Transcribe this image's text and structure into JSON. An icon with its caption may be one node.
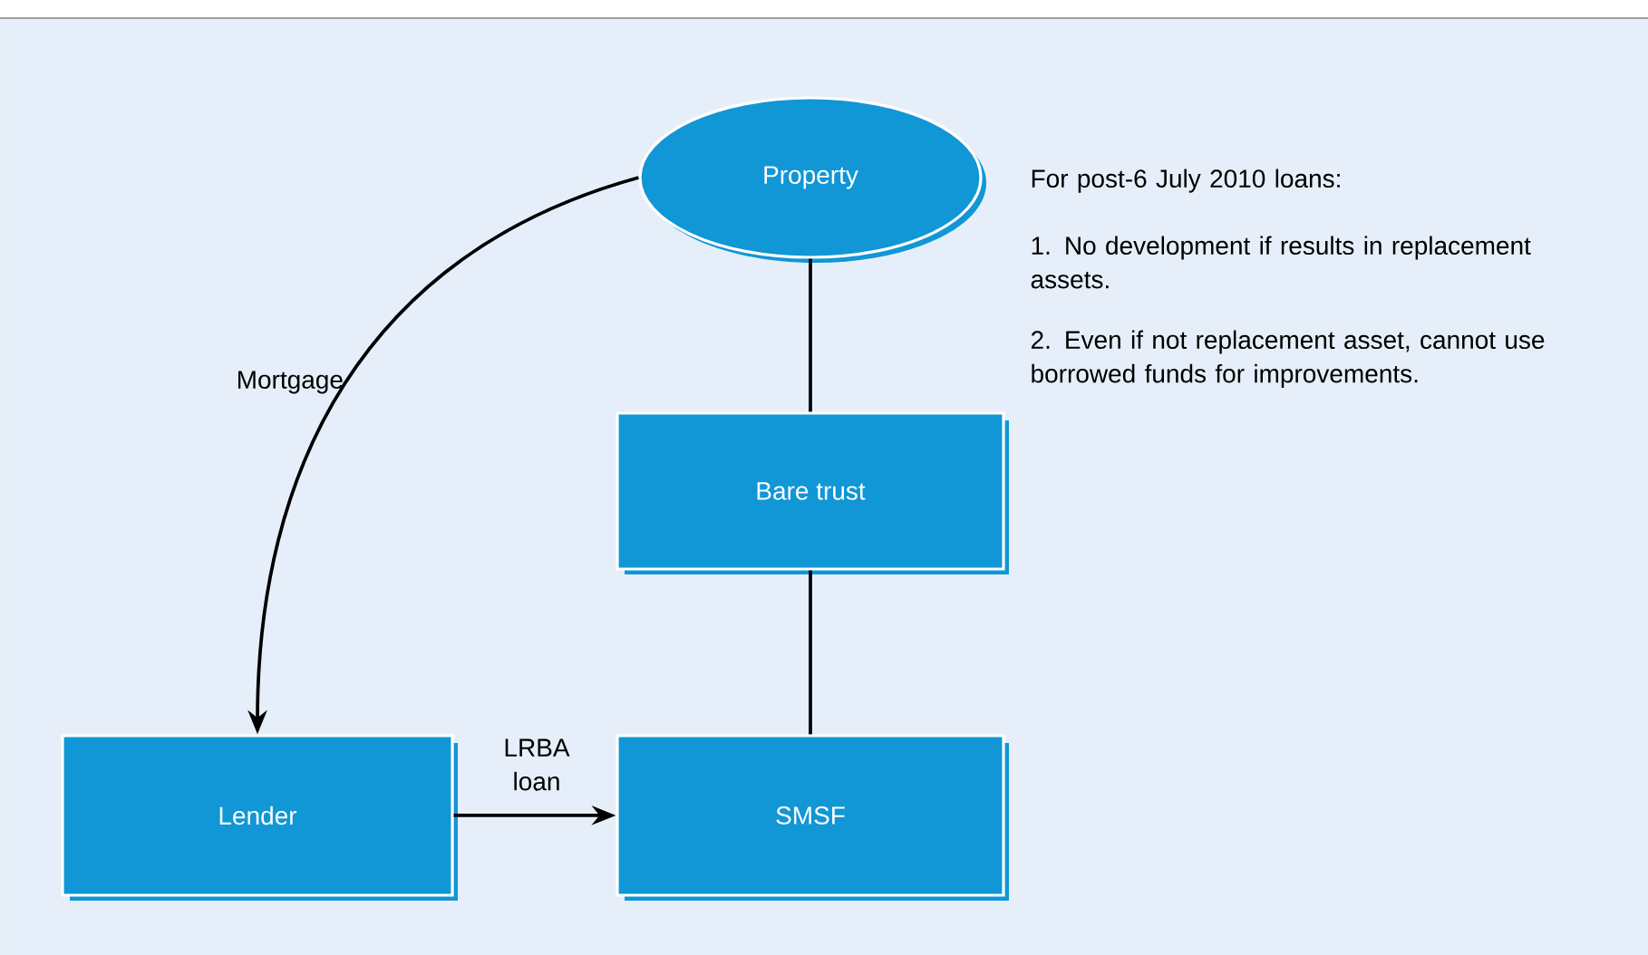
{
  "diagram": {
    "nodes": [
      {
        "text": [
          "Property"
        ]
      },
      {
        "text": [
          "Bare trust"
        ]
      },
      {
        "text": [
          "Lender"
        ]
      },
      {
        "text": [
          "SMSF"
        ]
      }
    ],
    "edges": [
      {
        "from": 0,
        "to": 1,
        "arrow": "none"
      },
      {
        "from": 1,
        "to": 3,
        "arrow": "none"
      },
      {
        "from": 0,
        "to": 2,
        "arrow": "to",
        "label": "Mortgage"
      },
      {
        "from": 2,
        "to": 3,
        "arrow": "to",
        "label": "LRBA loan"
      }
    ],
    "labels": [
      "For post-6 July 2010 loans:",
      "1. No development if results in replacement assets.",
      "2. Even if not replacement asset, cannot use borrowed funds for improvements."
    ]
  }
}
